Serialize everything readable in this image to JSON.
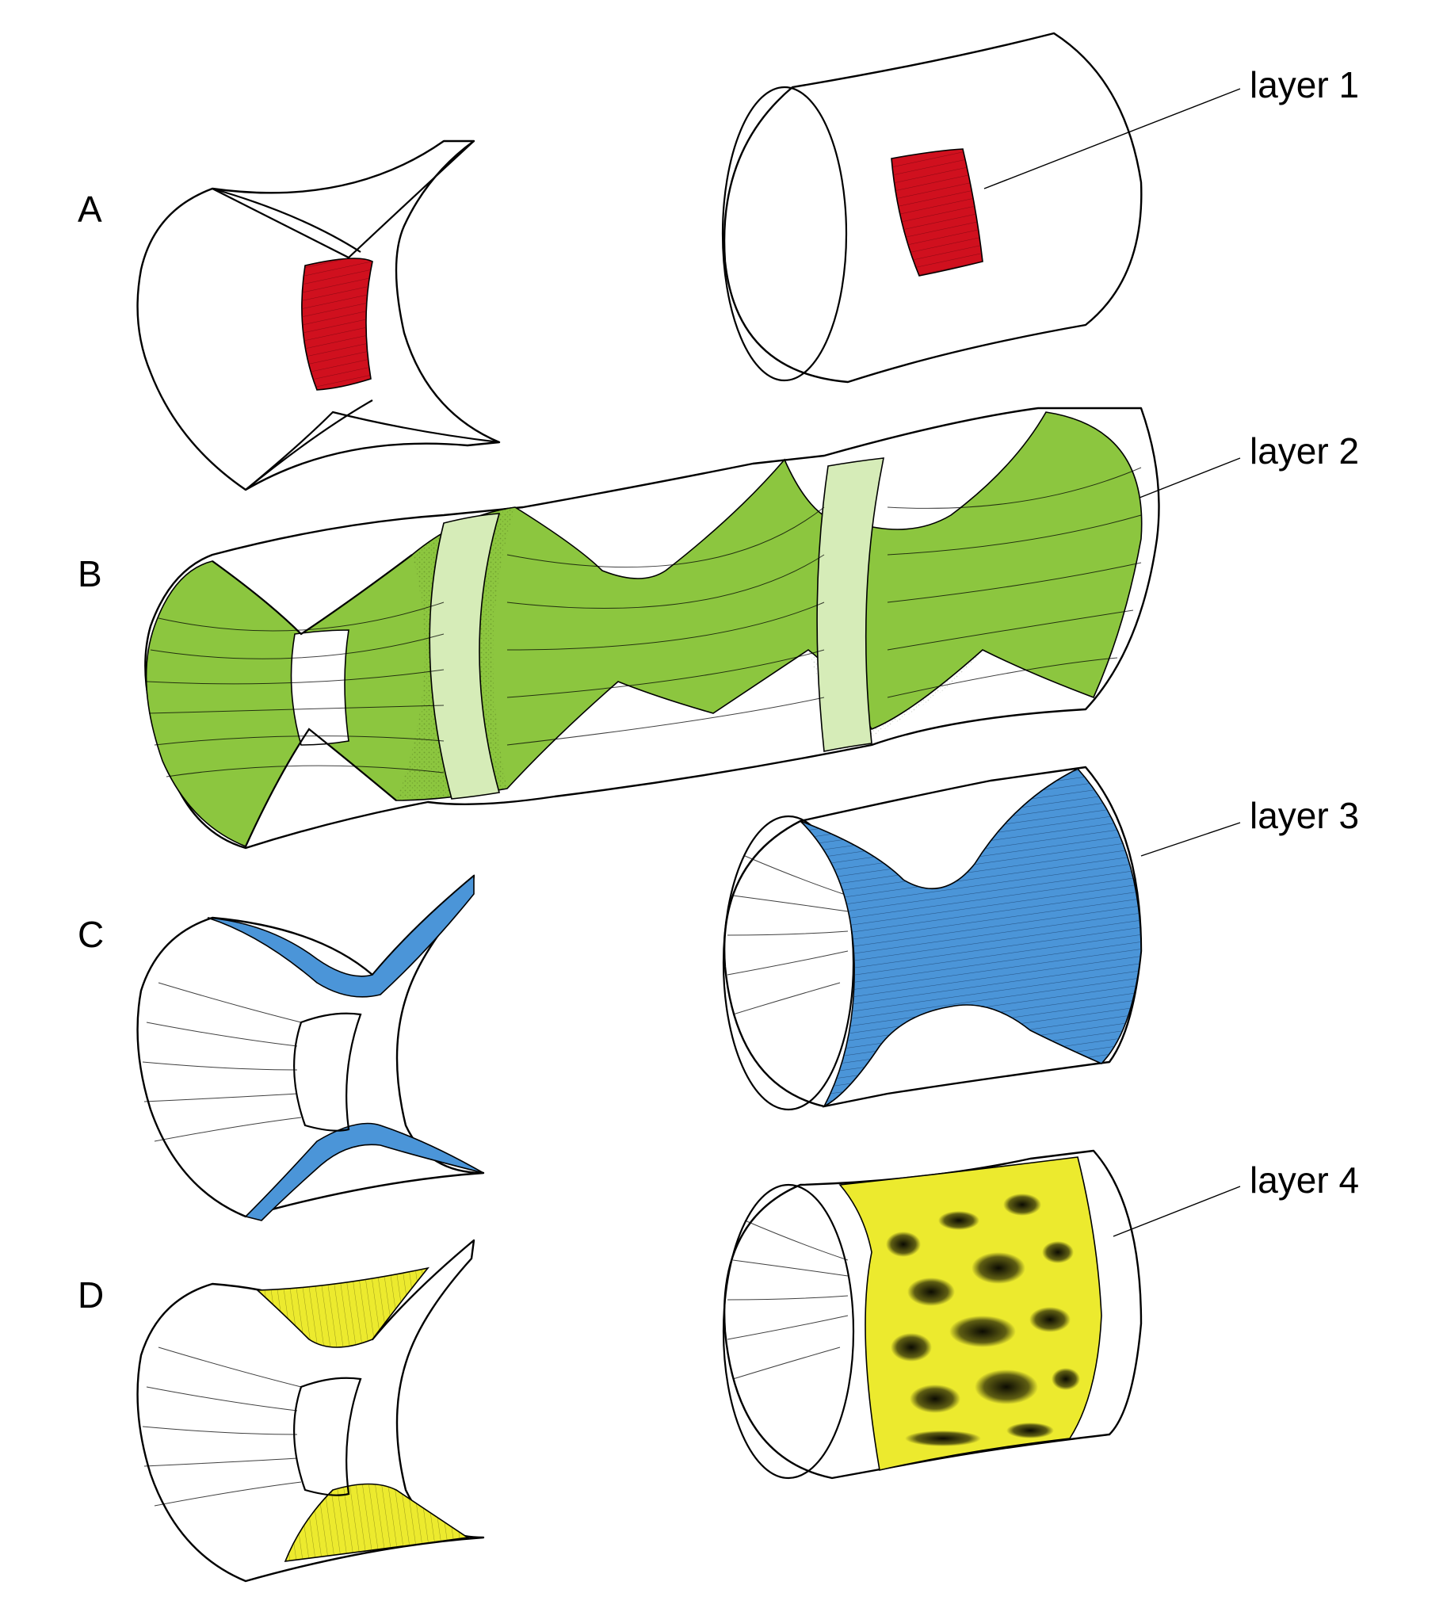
{
  "panels": [
    "A",
    "B",
    "C",
    "D"
  ],
  "layers": [
    {
      "label": "layer 1",
      "color": "#d0101e"
    },
    {
      "label": "layer 2",
      "color": "#8cc63f"
    },
    {
      "label": "layer 3",
      "color": "#4b95d8"
    },
    {
      "label": "layer 4",
      "color": "#ecea2e"
    }
  ],
  "colors": {
    "band": "#d6ecb8",
    "outline": "#000000",
    "background": "#ffffff"
  }
}
